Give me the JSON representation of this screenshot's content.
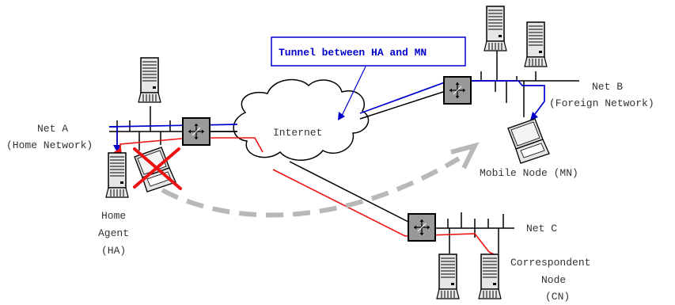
{
  "tunnel_label": "Tunnel between HA and MN",
  "net_a": {
    "name": "Net A",
    "desc": "(Home Network)"
  },
  "net_b": {
    "name": "Net B",
    "desc": "(Foreign Network)"
  },
  "net_c": {
    "name": "Net C"
  },
  "internet_label": "Internet",
  "mobile_node_label": "Mobile Node (MN)",
  "home_agent_label": [
    "Home",
    "Agent",
    "(HA)"
  ],
  "correspondent_label": [
    "Correspondent",
    "Node",
    "(CN)"
  ],
  "colors": {
    "tunnel": "#0000cc",
    "route": "#ee1111",
    "movement": "#b8b8b8",
    "router": "#999999"
  }
}
